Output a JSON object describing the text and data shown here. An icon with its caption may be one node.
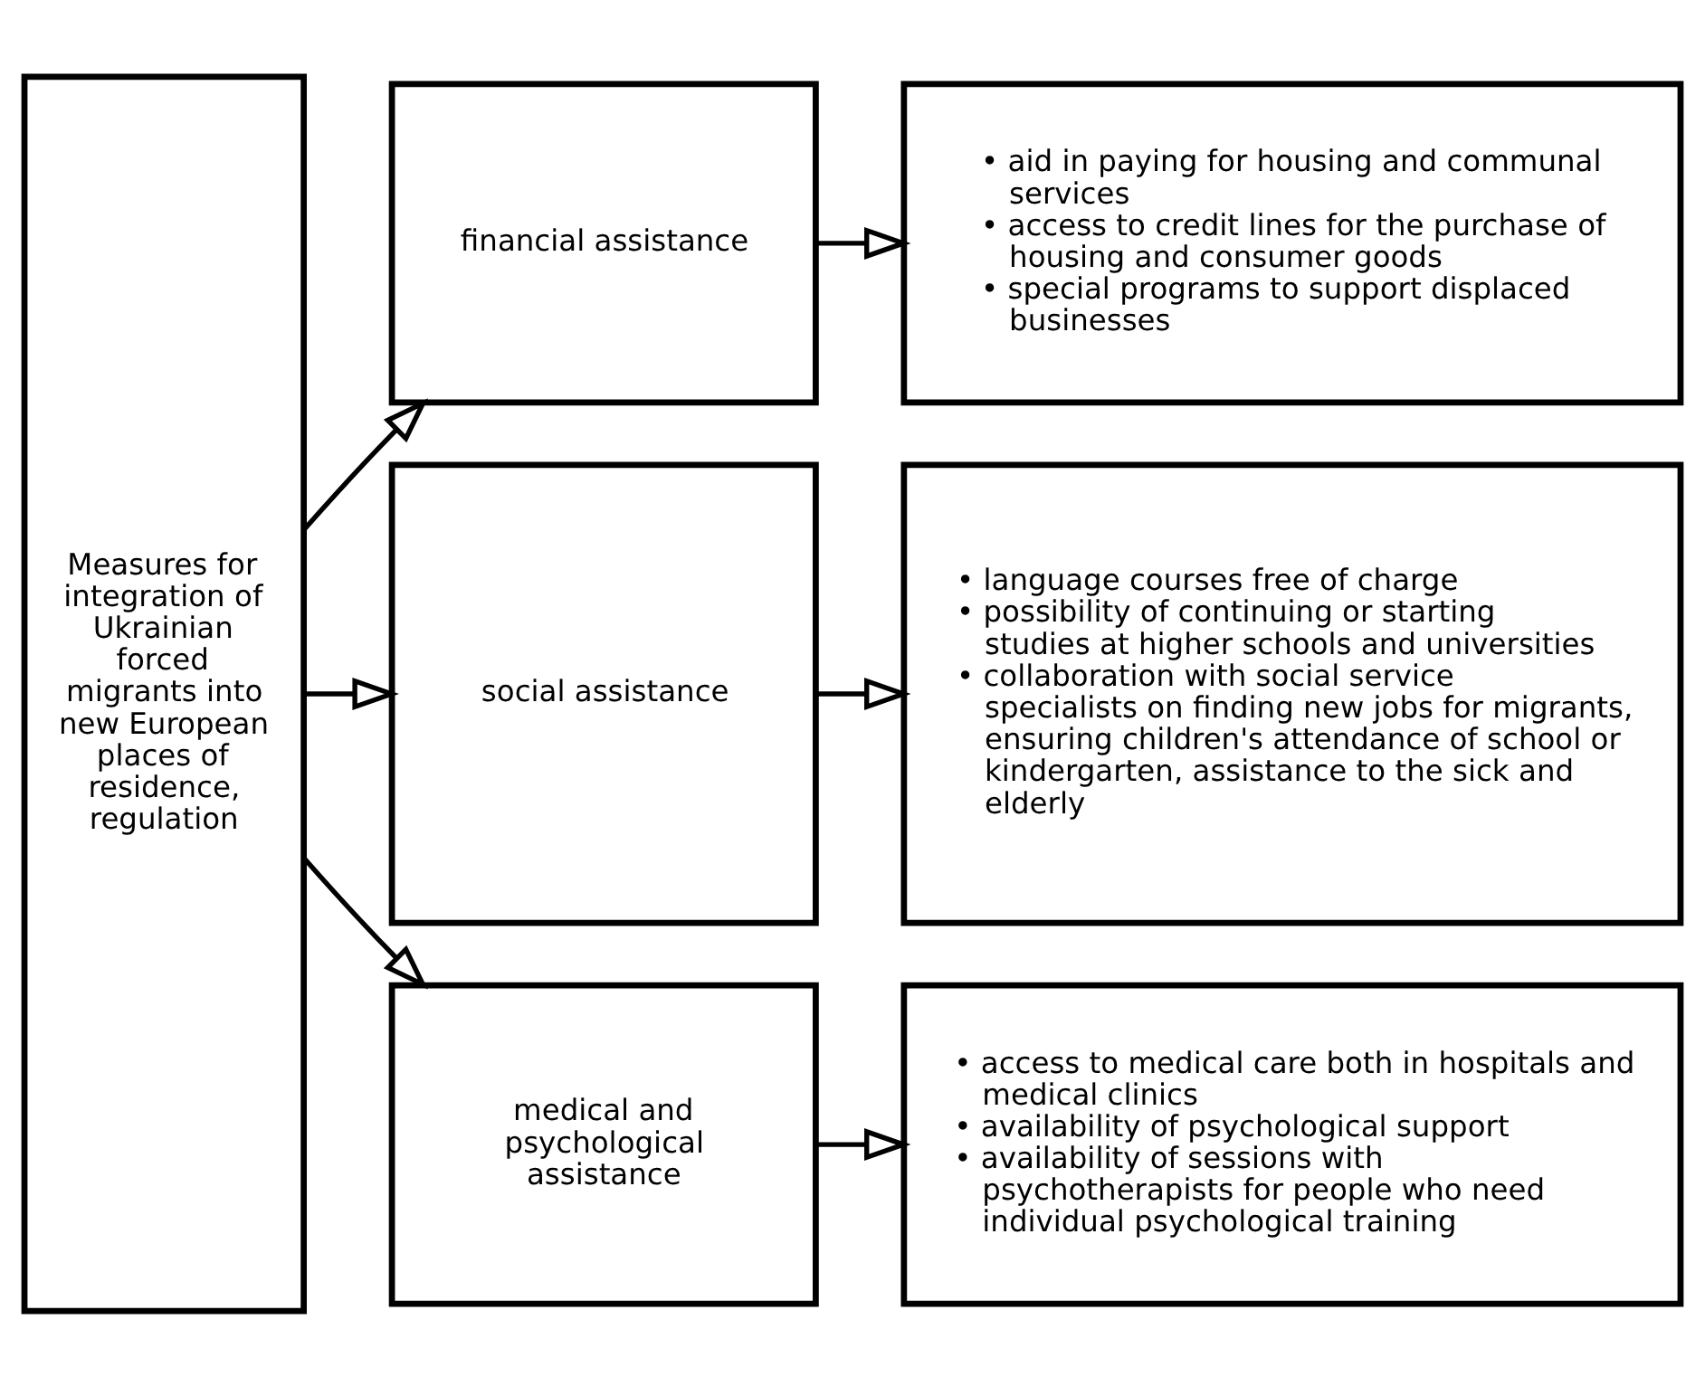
{
  "diagram": {
    "nodes": [
      {
        "text": [
          "Measures for integration of Ukrainian forced migrants into new European places of residence, regulation"
        ]
      },
      {
        "text": [
          "financial assistance"
        ]
      },
      {
        "text": [
          "social assistance"
        ]
      },
      {
        "text": [
          "medical and psychological assistance"
        ]
      },
      {
        "text": [
          "• aid in paying for housing and communal services",
          "• access to credit lines for the purchase of housing and consumer goods",
          "• special programs to support displaced businesses"
        ]
      },
      {
        "text": [
          "• language courses free of charge",
          "• possibility of continuing or starting studies at higher schools and universities",
          "• collaboration with social service specialists on finding new jobs for migrants, ensuring children's attendance of school or kindergarten, assistance to the sick and elderly"
        ]
      },
      {
        "text": [
          "• access to medical care both in hospitals and medical clinics",
          "• availability of psychological support",
          "• availability of sessions with psychotherapists for people who need individual psychological training"
        ]
      }
    ],
    "edges": [
      {
        "from": 0,
        "to": 1,
        "arrow": "to"
      },
      {
        "from": 0,
        "to": 2,
        "arrow": "to"
      },
      {
        "from": 0,
        "to": 3,
        "arrow": "to"
      },
      {
        "from": 1,
        "to": 4,
        "arrow": "to"
      },
      {
        "from": 2,
        "to": 5,
        "arrow": "to"
      },
      {
        "from": 3,
        "to": 6,
        "arrow": "to"
      }
    ]
  }
}
